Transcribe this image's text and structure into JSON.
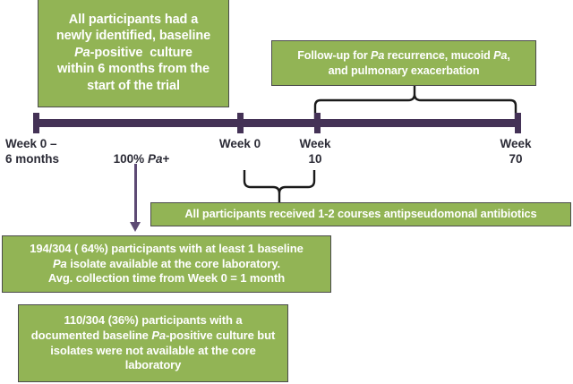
{
  "diagram": {
    "title_semantic": "clinical-trial-timeline-flow",
    "colors": {
      "box_fill": "#92b455",
      "box_border": "#4b4b4b",
      "box_text": "#ffffff",
      "timeline": "#443256",
      "arrow": "#5d4a74",
      "brace": "#1a1a1a",
      "label_text": "#2b2b36",
      "background": "#ffffff"
    }
  },
  "boxes": {
    "inclusion": {
      "lines": [
        "All participants had a",
        "newly identified, baseline",
        "Pa-positive culture",
        "within 6 months from the",
        "start of the trial"
      ],
      "italic_token": "Pa"
    },
    "followup": {
      "lines": [
        "Follow-up for Pa recurrence, mucoid Pa,",
        "and pulmonary exacerbation"
      ],
      "italic_token": "Pa"
    },
    "antibiotics": {
      "lines": [
        "All participants received 1-2 courses antipseudomonal antibiotics"
      ]
    },
    "isolates_available": {
      "lines": [
        "194/304 ( 64%) participants with at least 1 baseline",
        "Pa isolate available at the core laboratory.",
        "Avg. collection time from Week 0 = 1 month"
      ],
      "italic_token": "Pa",
      "numerator": 194,
      "denominator": 304,
      "percent": "64%",
      "avg_collection_time": "1 month"
    },
    "isolates_unavailable": {
      "lines": [
        "110/304 (36%) participants with a",
        "documented baseline Pa-positive culture but",
        "isolates were not available at the core",
        "laboratory"
      ],
      "italic_token": "Pa",
      "numerator": 110,
      "denominator": 304,
      "percent": "36%"
    }
  },
  "timeline": {
    "ticks": [
      {
        "id": "week0-6mo",
        "label": "Week 0 –\n6 months"
      },
      {
        "id": "week0",
        "label": "Week 0"
      },
      {
        "id": "week10",
        "label": "Week\n10"
      },
      {
        "id": "week70",
        "label": "Week\n70"
      }
    ],
    "annotations": [
      {
        "id": "pa-positive",
        "label": "100% Pa+",
        "italic_token": "Pa"
      }
    ]
  },
  "braces": {
    "followup_span": "Week 10 to Week 70",
    "antibiotics_span": "Week 0 to Week 10"
  }
}
